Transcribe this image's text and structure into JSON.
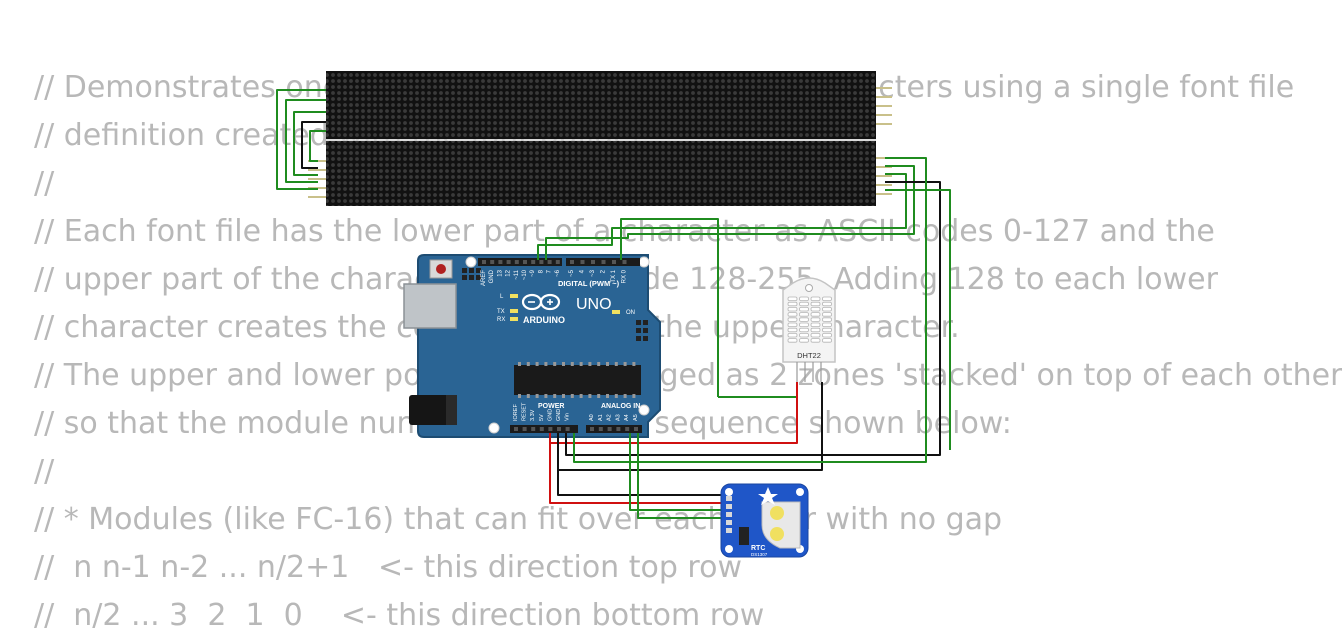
{
  "code_comment_lines": [
    "// Demonstrates one way to display double height characters using a single font file",
    "// definition created with the font builder",
    "//",
    "// Each font file has the lower part of a character as ASCII codes 0-127 and the",
    "// upper part of the character in ASCII code 128-255. Adding 128 to each lower",
    "// character creates the correct index for the upper character.",
    "// The upper and lower portions are managed as 2 zones 'stacked' on top of each other",
    "// so that the module numbers are in the sequence shown below:",
    "//",
    "// * Modules (like FC-16) that can fit over each other with no gap",
    "//  n n-1 n-2 ... n/2+1   <- this direction top row",
    "//  n/2 ... 3  2  1  0    <- this direction bottom row"
  ],
  "arduino": {
    "model": "UNO",
    "brand": "ARDUINO",
    "digital_header": "DIGITAL (PWM ~)",
    "power_header": "POWER",
    "analog_header": "ANALOG IN",
    "on_label": "ON",
    "l_label": "L",
    "tx_label": "TX",
    "rx_label": "RX",
    "top_pins": [
      "AREF",
      "GND",
      "13",
      "12",
      "~11",
      "~10",
      "~9",
      "8",
      "7",
      "~6",
      "~5",
      "4",
      "~3",
      "2",
      "TX 1",
      "RX 0"
    ],
    "power_pins": [
      "IOREF",
      "RESET",
      "3.3V",
      "5V",
      "GND",
      "GND",
      "Vin"
    ],
    "analog_pins": [
      "A0",
      "A1",
      "A2",
      "A3",
      "A4",
      "A5"
    ],
    "colors": {
      "board": "#2a6494",
      "board_edge": "#1d4c72"
    }
  },
  "dht_sensor": {
    "label": "DHT22"
  },
  "rtc_module": {
    "label": "RTC",
    "chip": "DS1307"
  },
  "matrix_display": {
    "rows": 16,
    "columns": 64
  },
  "wire_colors": {
    "green": "#1f8c1f",
    "black": "#111111",
    "red": "#d01010"
  }
}
